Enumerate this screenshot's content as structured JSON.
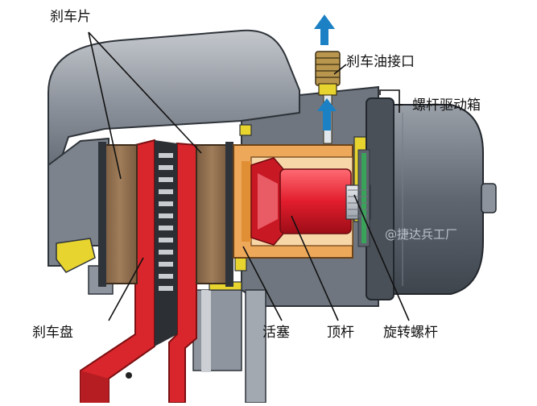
{
  "labels": {
    "brake_pad": "刹车片",
    "oil_port": "刹车油接口",
    "screw_drive_box": "螺杆驱动箱",
    "brake_disc": "刹车盘",
    "piston": "活塞",
    "push_rod": "顶杆",
    "rotating_screw": "旋转螺杆"
  },
  "watermark": "@捷达兵工厂",
  "colors": {
    "housing": "#8e949d",
    "housing_dark": "#4c535c",
    "disc_red": "#d8262c",
    "pad_brown": "#8a6a4c",
    "piston_orange": "#eda85a",
    "rod_red": "#e21d2d",
    "yellow": "#e8d42e",
    "motor": "#5e6570",
    "arrow": "#1b80c4"
  },
  "icons": {
    "flow_arrow": "up-arrow-icon"
  }
}
